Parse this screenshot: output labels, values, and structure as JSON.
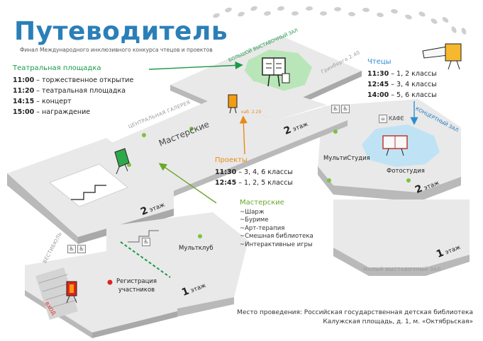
{
  "header": {
    "title": "Путеводитель",
    "subtitle": "Финал Международного инклюзивного конкурса чтецов и проектов"
  },
  "teatralnaya": {
    "heading": "Театральная площадка",
    "items": [
      {
        "time": "11:00",
        "text": " – торжественное открытие"
      },
      {
        "time": "11:20",
        "text": " – театральная площадка"
      },
      {
        "time": "14:15",
        "text": " – концерт"
      },
      {
        "time": "15:00",
        "text": " – награждение"
      }
    ]
  },
  "chtecy": {
    "heading": "Чтецы",
    "items": [
      {
        "time": "11:30",
        "text": " – 1, 2 классы"
      },
      {
        "time": "12:45",
        "text": " – 3, 4 классы"
      },
      {
        "time": "14:00",
        "text": " – 5, 6 классы"
      }
    ]
  },
  "proekty": {
    "heading": "Проекты",
    "items": [
      {
        "time": "11:30",
        "text": " – 3, 4, 6 классы"
      },
      {
        "time": "12:45",
        "text": " – 1, 2, 5 классы"
      }
    ]
  },
  "masterskie_list": {
    "heading": "Мастерские",
    "items": [
      "~Шарж",
      "~Буриме",
      "~Арт-терапия",
      "~Смешная библиотека",
      "~Интерактивные игры"
    ]
  },
  "map_labels": {
    "bolshoy_zal": "БОЛЬШОЙ ВЫСТАВОЧНЫЙ ЗАЛ",
    "grinberg": "Гринберга 2.40",
    "centralnaya_galereya": "ЦЕНТРАЛЬНАЯ ГАЛЕРЕЯ",
    "masterskie_zone": "Мастерские",
    "kab": "каб. 2.29",
    "kafe": "КАФЕ",
    "koncertny_zal": "КОНЦЕРТНЫЙ ЗАЛ",
    "multistudiya": "МультиСтудия",
    "fotostudiya": "Фотостудия",
    "multklub": "Мультклуб",
    "vestibyul": "ВЕСТИБЮЛЬ",
    "registraciya": "Регистрация\nучастников",
    "vhod": "ВХОД",
    "maly_zal": "МАЛЫЙ ВЫСТАВОЧНЫЙ ЗАЛ"
  },
  "floors": {
    "num1": "1",
    "num2": "2",
    "word": "этаж"
  },
  "venue": {
    "line1": "Место проведения: Российская государственная детская библиотека",
    "line2": "Калужская площадь, д. 1, м. «Октябрьская»"
  },
  "colors": {
    "title": "#2b7fb8",
    "green_heading": "#1a9a48",
    "blue_heading": "#2b8fcf",
    "orange_heading": "#e88a1a",
    "lime_heading": "#6aa72a",
    "floor_top": "#e9e9e9",
    "floor_side": "#b9b9b9",
    "green_zone": "#b9e6b8",
    "blue_zone": "#bfe3f5",
    "dot_green": "#7cc242",
    "dot_red": "#e2231a"
  },
  "icons": [
    "book-character-icon",
    "footprints-icon",
    "telescope-icon",
    "toilet-icon",
    "accessible-icon",
    "cafe-cup-icon",
    "stairs-icon"
  ]
}
